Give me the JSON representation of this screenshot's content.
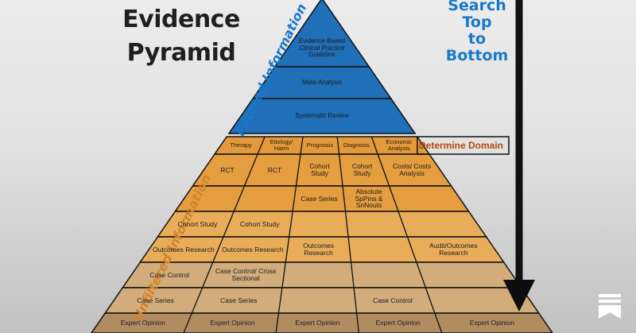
{
  "title_lines": [
    "Evidence",
    "Pyramid"
  ],
  "search_lines": [
    "Search",
    "Top",
    "to",
    "Bottom"
  ],
  "filtered_label": "Filtered Information",
  "unfiltered_label": "Unfiltered Information",
  "determine_domain_label": "Determine Domain",
  "filtered_levels": [
    "Evidence-Based Clinical Practice Guideline",
    "Meta-Analysis",
    "Systematic Review"
  ],
  "domains": [
    "Therapy",
    "Etiology/ Harm",
    "Prognosis",
    "Diagnosis",
    "Economic Analysis"
  ],
  "unfiltered_rows": [
    [
      "RCT",
      "RCT",
      "Cohort Study",
      "Cohort Study",
      "Costs/ Costs Analysis"
    ],
    [
      "",
      "",
      "Case Series",
      "Absolute SpPins & SnNouts",
      ""
    ],
    [
      "Cohort Study",
      "Cohort Study",
      "",
      "",
      ""
    ],
    [
      "Outcomes Research",
      "Outcomes Research",
      "Outcomes Research",
      "",
      "Audit/Outcomes Research"
    ],
    [
      "Case Control",
      "Case Control/ Cross Sectional",
      "",
      "",
      ""
    ],
    [
      "Case Series",
      "Case Series",
      "",
      "Case Control",
      ""
    ],
    [
      "Expert Opinion",
      "Expert Opinion",
      "Expert Opinion",
      "Expert Opinion",
      "Expert Opinion"
    ]
  ],
  "colors": {
    "blue": "#1f6fb9",
    "orange_header": "#e39a3b",
    "orange_dark": "#e49d3f",
    "orange_mid": "#e9ad5a",
    "tan_light": "#d2ac7a",
    "tan_dark": "#b28c61",
    "search_text": "#1a78c9",
    "filtered_text": "#1a78c9",
    "unfiltered_text": "#d2832a",
    "domain_text": "#b34a0b",
    "arrow": "#0d0d0d"
  }
}
